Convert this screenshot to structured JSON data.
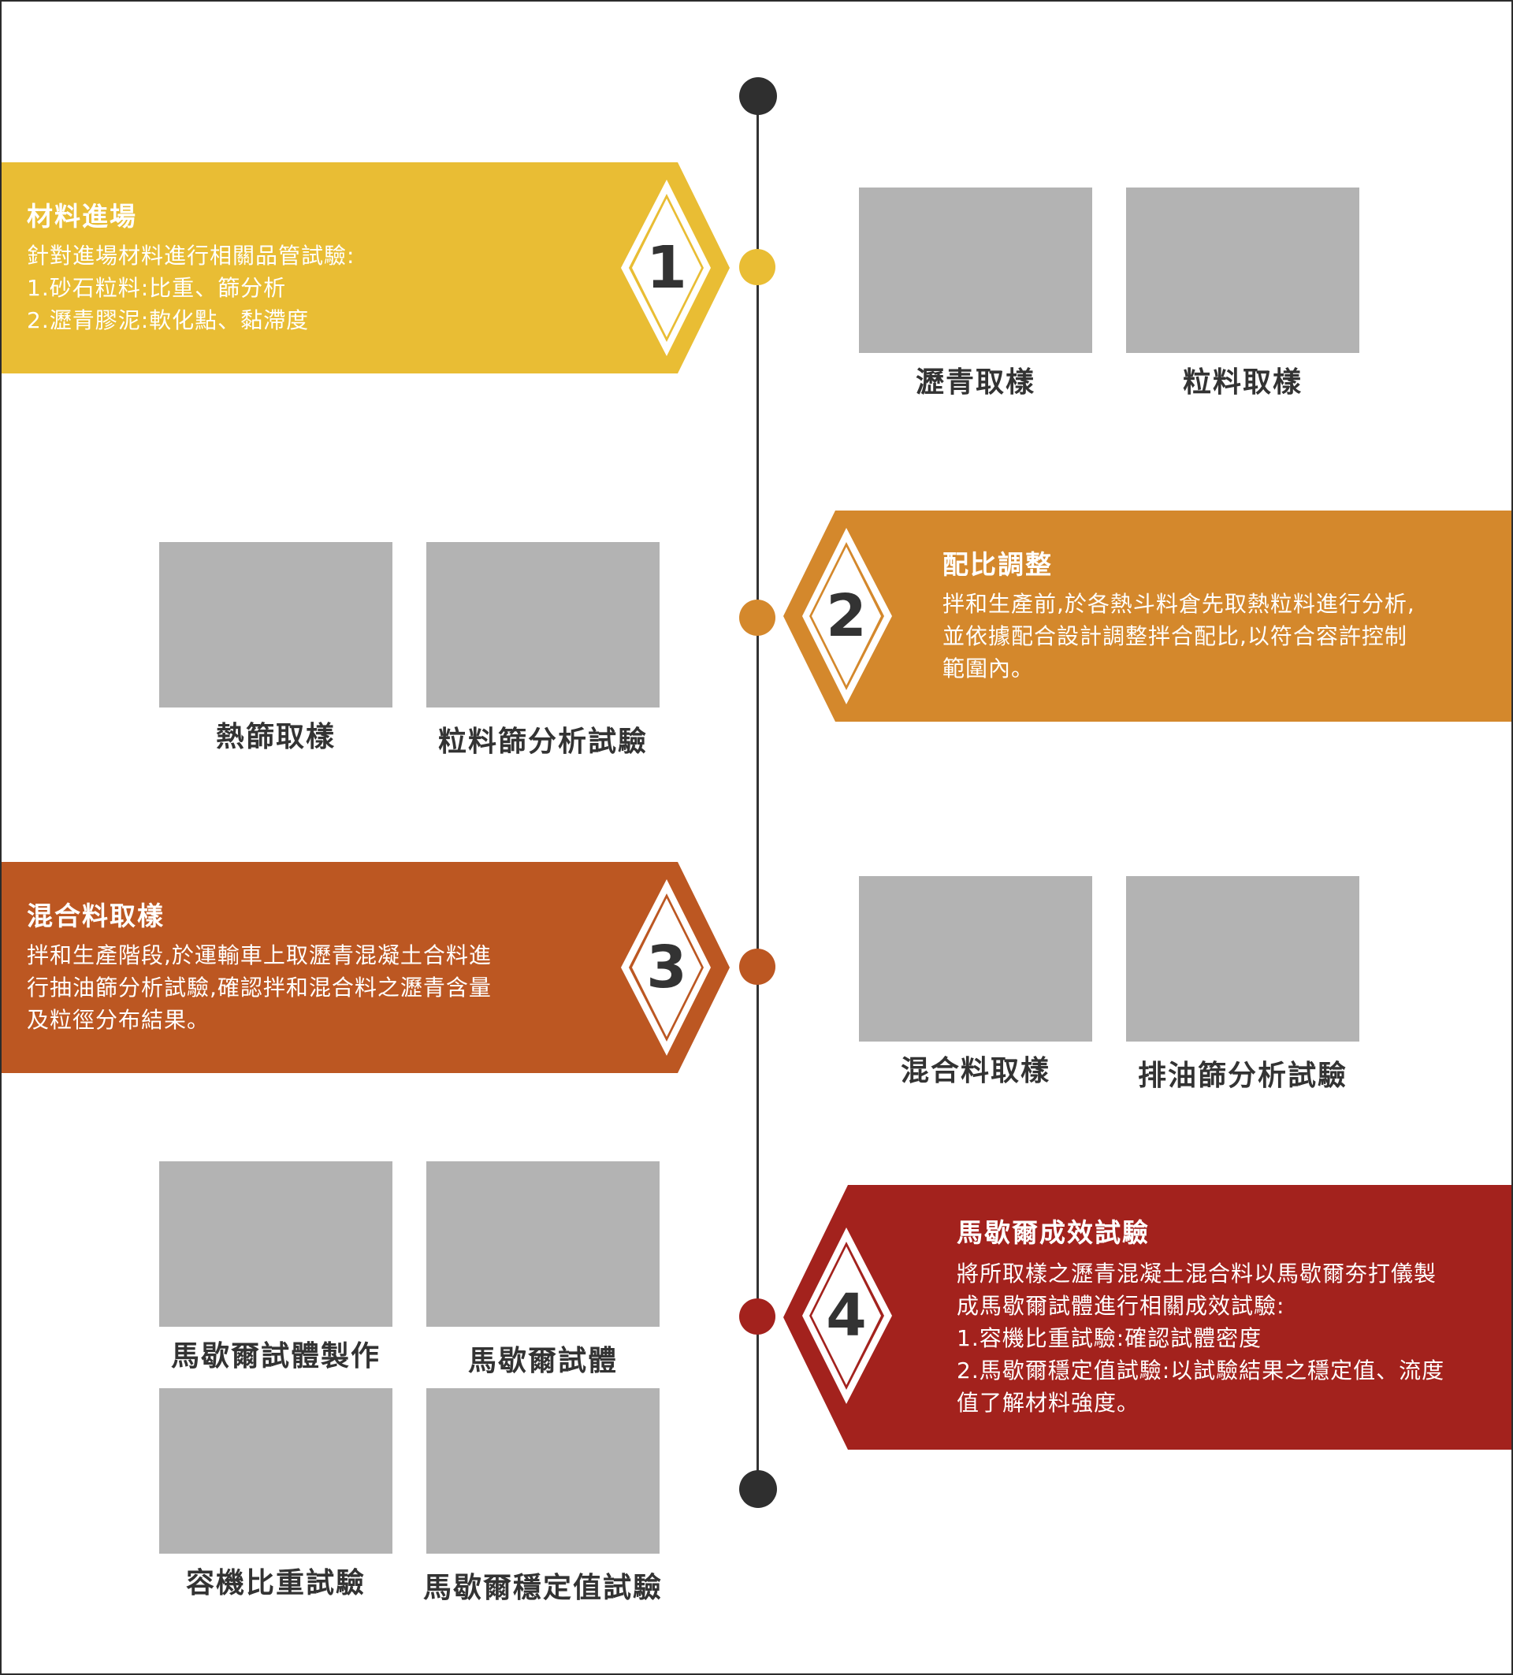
{
  "steps": [
    {
      "number": "1",
      "title": "材料進場",
      "lines": [
        "針對進場材料進行相關品管試驗:",
        "1.砂石粒料:比重、篩分析",
        "2.瀝青膠泥:軟化點、黏滯度"
      ],
      "color": "#E9BD34",
      "photos": [
        "瀝青取樣",
        "粒料取樣"
      ]
    },
    {
      "number": "2",
      "title": "配比調整",
      "lines": [
        "拌和生產前,於各熱斗料倉先取熱粒料進行分析,",
        "並依據配合設計調整拌合配比,以符合容許控制",
        "範圍內。"
      ],
      "color": "#D4882C",
      "photos": [
        "熱篩取樣",
        "粒料篩分析試驗"
      ]
    },
    {
      "number": "3",
      "title": "混合料取樣",
      "lines": [
        "拌和生產階段,於運輸車上取瀝青混凝土合料進",
        "行抽油篩分析試驗,確認拌和混合料之瀝青含量",
        "及粒徑分布結果。"
      ],
      "color": "#BC5722",
      "photos": [
        "混合料取樣",
        "排油篩分析試驗"
      ]
    },
    {
      "number": "4",
      "title": "馬歇爾成效試驗",
      "lines": [
        "將所取樣之瀝青混凝土混合料以馬歇爾夯打儀製",
        "成馬歇爾試體進行相關成效試驗:",
        "1.容機比重試驗:確認試體密度",
        "2.馬歇爾穩定值試驗:以試驗結果之穩定值、流度",
        "值了解材料強度。"
      ],
      "color": "#A3221D",
      "photos": [
        "馬歇爾試體製作",
        "馬歇爾試體",
        "容機比重試驗",
        "馬歇爾穩定值試驗"
      ]
    }
  ]
}
